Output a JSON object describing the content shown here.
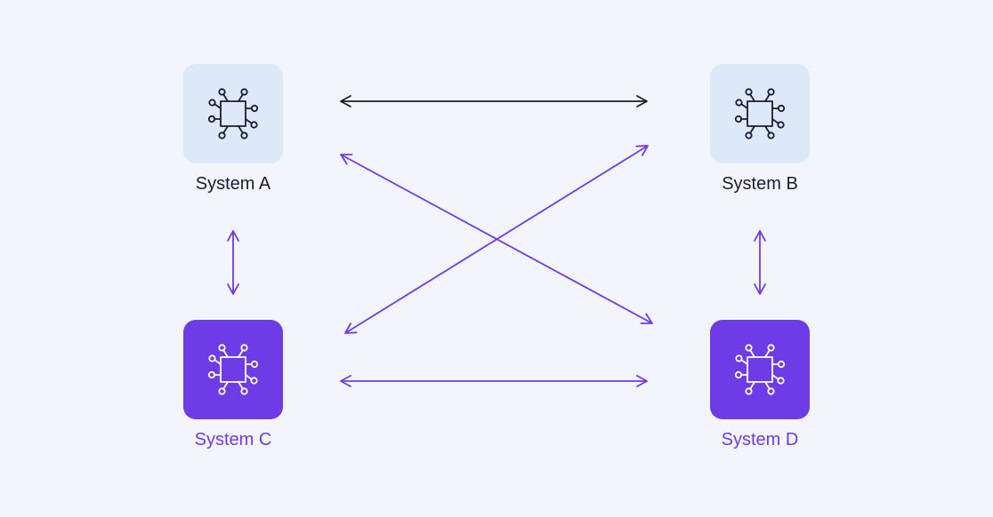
{
  "colors": {
    "background": "#f3f5fc",
    "light_tile": "#dde9f7",
    "dark_tile": "#6d3ce6",
    "dark_text": "#1c1b3a",
    "accent": "#6d3ce6"
  },
  "nodes": {
    "a": {
      "label": "System A",
      "icon": "chip-icon"
    },
    "b": {
      "label": "System B",
      "icon": "chip-icon"
    },
    "c": {
      "label": "System C",
      "icon": "chip-icon"
    },
    "d": {
      "label": "System D",
      "icon": "chip-icon"
    }
  },
  "connections": [
    {
      "from": "System A",
      "to": "System B",
      "direction": "bidirectional",
      "color": "#1c1b3a"
    },
    {
      "from": "System C",
      "to": "System D",
      "direction": "bidirectional",
      "color": "#6d3ce6"
    },
    {
      "from": "System A",
      "to": "System C",
      "direction": "bidirectional",
      "color": "#6d3ce6"
    },
    {
      "from": "System B",
      "to": "System D",
      "direction": "bidirectional",
      "color": "#6d3ce6"
    },
    {
      "from": "System A",
      "to": "System D",
      "direction": "bidirectional",
      "color": "#6d3ce6"
    },
    {
      "from": "System B",
      "to": "System C",
      "direction": "bidirectional",
      "color": "#6d3ce6"
    }
  ]
}
